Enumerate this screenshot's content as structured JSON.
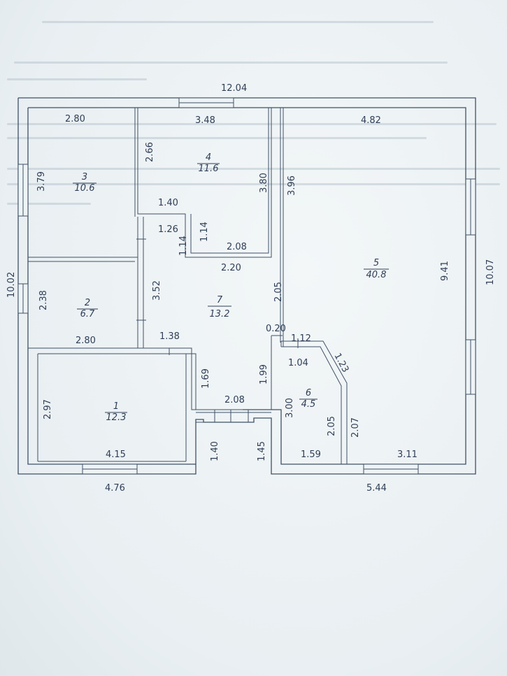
{
  "plan": {
    "rooms": [
      {
        "number": "1",
        "area": "12.3"
      },
      {
        "number": "2",
        "area": "6.7"
      },
      {
        "number": "3",
        "area": "10.6"
      },
      {
        "number": "4",
        "area": "11.6"
      },
      {
        "number": "5",
        "area": "40.8"
      },
      {
        "number": "6",
        "area": "4.5"
      },
      {
        "number": "7",
        "area": "13.2"
      }
    ],
    "dimensions": [
      "12.04",
      "2.80",
      "3.48",
      "4.82",
      "2.66",
      "3.79",
      "3.80",
      "3.96",
      "1.40",
      "1.26",
      "1.14",
      "1.14",
      "2.08",
      "2.20",
      "10.02",
      "2.38",
      "3.52",
      "2.05",
      "9.41",
      "10.07",
      "0.20",
      "1.12",
      "1.04",
      "1.23",
      "2.80",
      "1.38",
      "1.69",
      "1.99",
      "2.97",
      "2.08",
      "3.00",
      "2.05",
      "2.07",
      "1.40",
      "1.45",
      "4.15",
      "1.59",
      "3.11",
      "4.76",
      "5.44"
    ]
  }
}
